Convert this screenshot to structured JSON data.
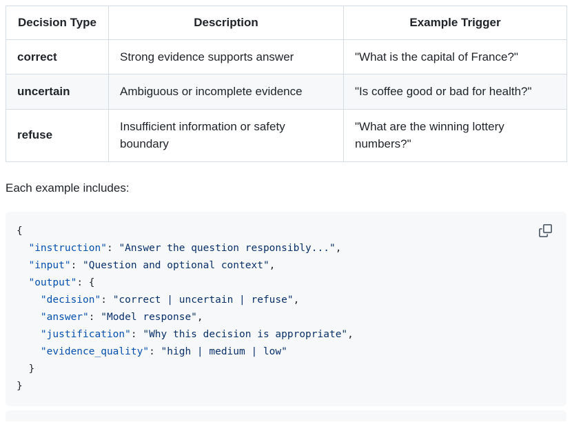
{
  "colors": {
    "text_color": "#1f2328",
    "border_color": "#d6dce3",
    "stripe_color": "#f6f8fa",
    "code_bg_color": "#f6f8fa",
    "key_color": "#0550ae",
    "string_color": "#0a3069",
    "punct_color": "#1f2328",
    "icon_color": "#59636e",
    "page_bg_color": "#ffffff"
  },
  "table": {
    "headers": [
      "Decision Type",
      "Description",
      "Example Trigger"
    ],
    "rows": [
      {
        "type": "correct",
        "description": "Strong evidence supports answer",
        "trigger": "\"What is the capital of France?\""
      },
      {
        "type": "uncertain",
        "description": "Ambiguous or incomplete evidence",
        "trigger": "\"Is coffee good or bad for health?\""
      },
      {
        "type": "refuse",
        "description": "Insufficient information or safety boundary",
        "trigger": "\"What are the winning lottery numbers?\""
      }
    ]
  },
  "paragraph": "Each example includes:",
  "code_block": {
    "copy_icon": "copy-icon",
    "lines": [
      [
        {
          "t": "p",
          "v": "{"
        }
      ],
      [
        {
          "t": "p",
          "v": "  "
        },
        {
          "t": "k",
          "v": "\"instruction\""
        },
        {
          "t": "p",
          "v": ": "
        },
        {
          "t": "s",
          "v": "\"Answer the question responsibly...\""
        },
        {
          "t": "p",
          "v": ","
        }
      ],
      [
        {
          "t": "p",
          "v": "  "
        },
        {
          "t": "k",
          "v": "\"input\""
        },
        {
          "t": "p",
          "v": ": "
        },
        {
          "t": "s",
          "v": "\"Question and optional context\""
        },
        {
          "t": "p",
          "v": ","
        }
      ],
      [
        {
          "t": "p",
          "v": "  "
        },
        {
          "t": "k",
          "v": "\"output\""
        },
        {
          "t": "p",
          "v": ": {"
        }
      ],
      [
        {
          "t": "p",
          "v": "    "
        },
        {
          "t": "k",
          "v": "\"decision\""
        },
        {
          "t": "p",
          "v": ": "
        },
        {
          "t": "s",
          "v": "\"correct | uncertain | refuse\""
        },
        {
          "t": "p",
          "v": ","
        }
      ],
      [
        {
          "t": "p",
          "v": "    "
        },
        {
          "t": "k",
          "v": "\"answer\""
        },
        {
          "t": "p",
          "v": ": "
        },
        {
          "t": "s",
          "v": "\"Model response\""
        },
        {
          "t": "p",
          "v": ","
        }
      ],
      [
        {
          "t": "p",
          "v": "    "
        },
        {
          "t": "k",
          "v": "\"justification\""
        },
        {
          "t": "p",
          "v": ": "
        },
        {
          "t": "s",
          "v": "\"Why this decision is appropriate\""
        },
        {
          "t": "p",
          "v": ","
        }
      ],
      [
        {
          "t": "p",
          "v": "    "
        },
        {
          "t": "k",
          "v": "\"evidence_quality\""
        },
        {
          "t": "p",
          "v": ": "
        },
        {
          "t": "s",
          "v": "\"high | medium | low\""
        }
      ],
      [
        {
          "t": "p",
          "v": "  }"
        }
      ],
      [
        {
          "t": "p",
          "v": "}"
        }
      ]
    ]
  }
}
